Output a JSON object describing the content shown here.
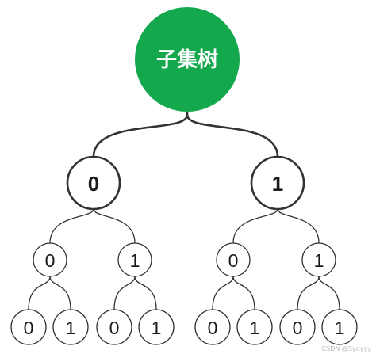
{
  "root": {
    "label": "子集树",
    "color": "#14a84c"
  },
  "level1": [
    "0",
    "1"
  ],
  "level2": [
    "0",
    "1",
    "0",
    "1"
  ],
  "level3": [
    "0",
    "1",
    "0",
    "1",
    "0",
    "1",
    "0",
    "1"
  ],
  "watermark": "CSDN @Sydyyy",
  "colors": {
    "stroke": "#333333",
    "node_fill": "#ffffff",
    "text": "#1a1a1a"
  }
}
